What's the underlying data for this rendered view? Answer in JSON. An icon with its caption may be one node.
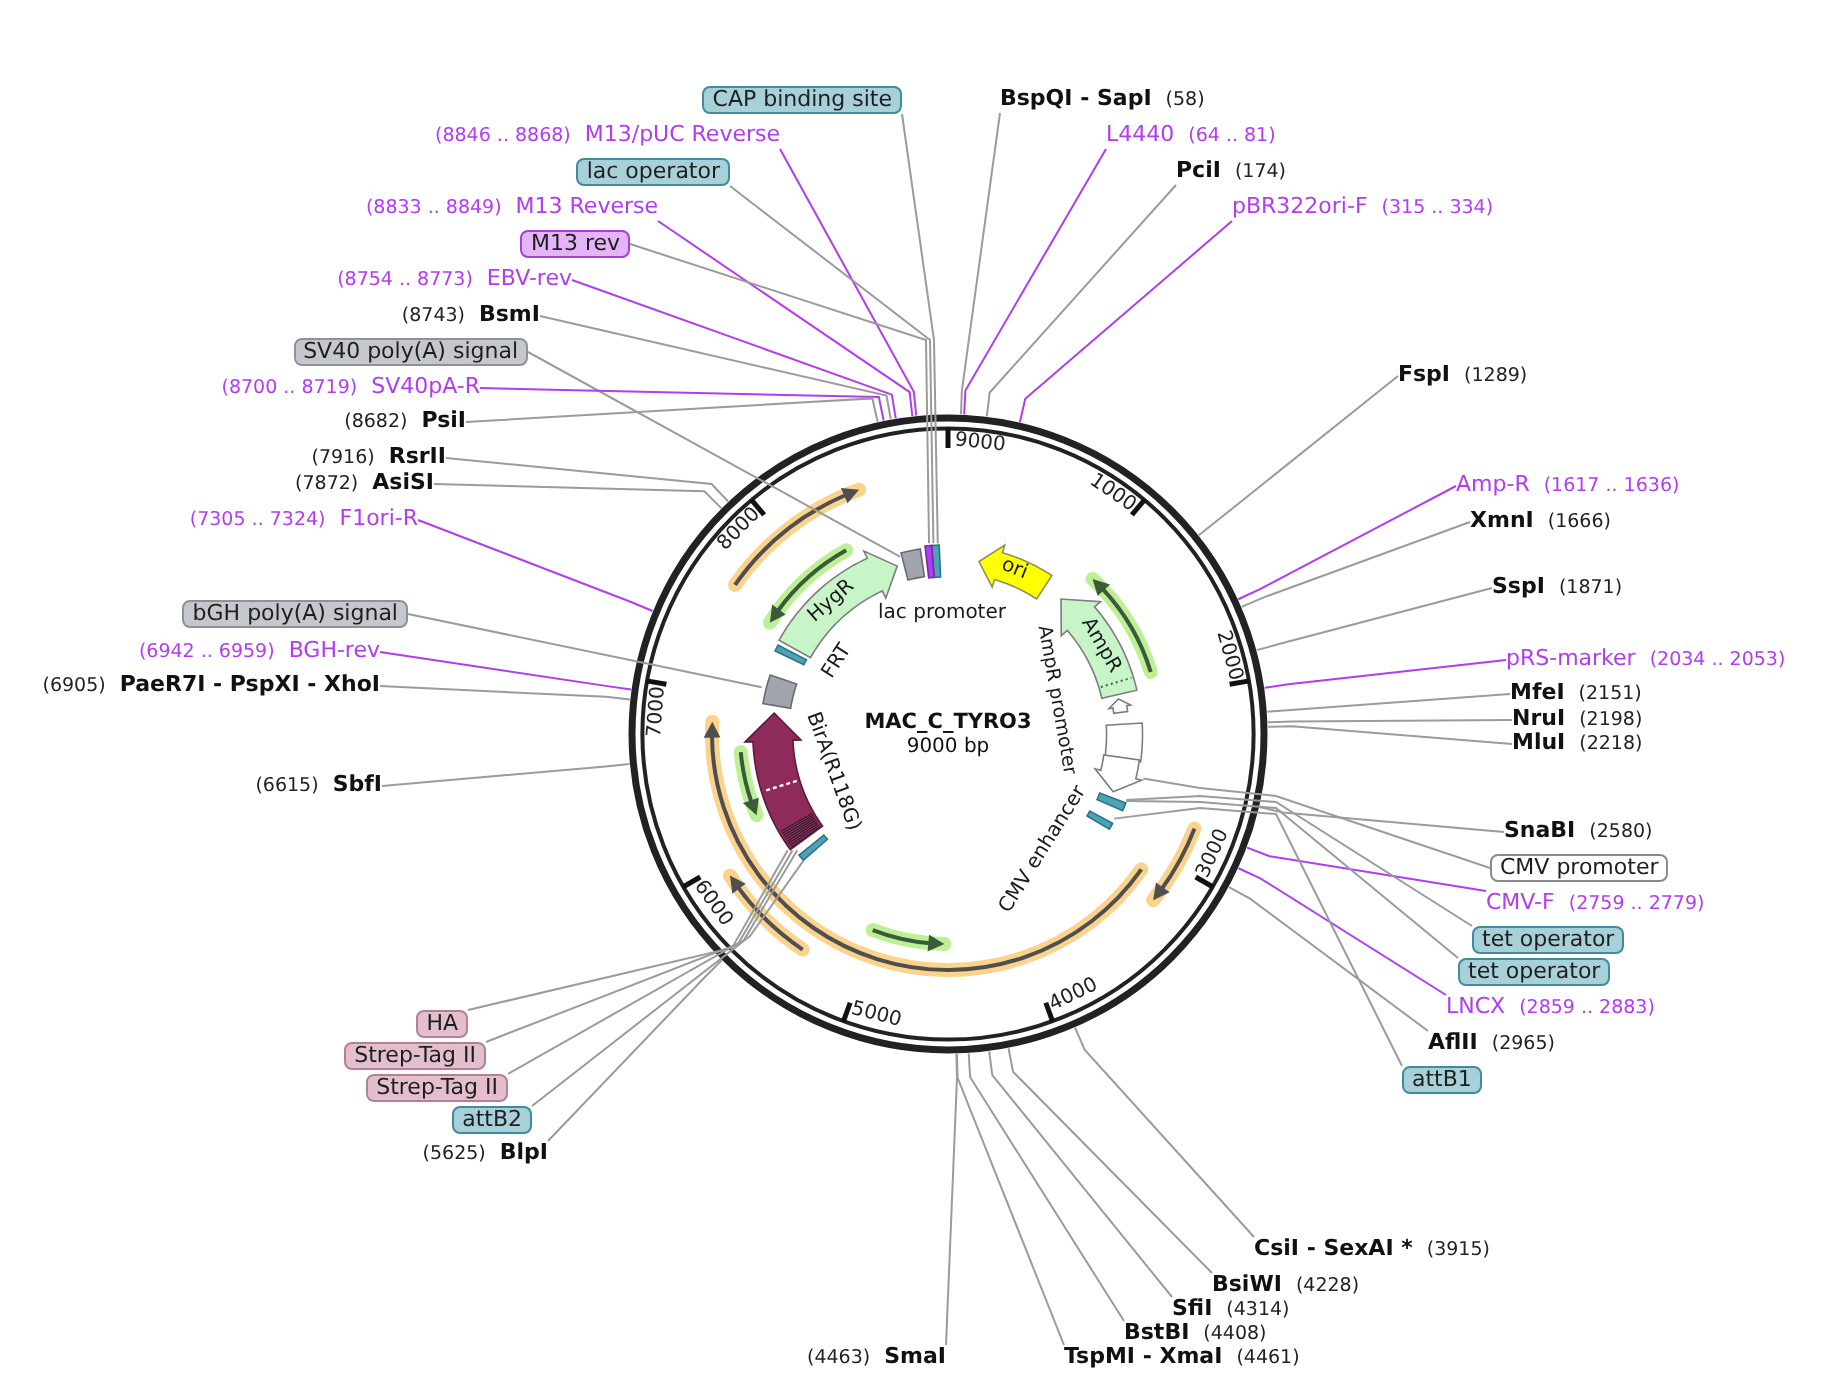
{
  "diagram": {
    "nodes": [
      {
        "text": [
          "MAC_C_TYRO3",
          "9000 bp"
        ]
      },
      {
        "text": [],
        "shape": "box",
        "in": 0
      },
      {
        "text": [],
        "shape": "bar",
        "in": 0
      },
      {
        "text": [
          "ori"
        ],
        "in": 0
      },
      {
        "text": [
          "AmpR"
        ],
        "in": 0
      },
      {
        "text": [],
        "shape": "arrow",
        "in": 0
      },
      {
        "text": [],
        "shape": "box",
        "in": 0
      },
      {
        "text": [],
        "shape": "arrow",
        "in": 0
      },
      {
        "text": [],
        "shape": "bar",
        "in": 0
      },
      {
        "text": [],
        "shape": "bar",
        "in": 0
      },
      {
        "text": [],
        "shape": "bar",
        "in": 0
      },
      {
        "text": [],
        "shape": "arrow",
        "in": 0,
        "beside": [
          "BirA(R118G)"
        ]
      },
      {
        "text": [],
        "shape": "box",
        "in": 0
      },
      {
        "text": [],
        "shape": "bar",
        "in": 0
      },
      {
        "text": [
          "HygR"
        ],
        "in": 0
      },
      {
        "text": [
          "CAP binding site"
        ]
      },
      {
        "text": [
          "(8846 .. 8868)",
          "M13/pUC Reverse"
        ]
      },
      {
        "text": [
          "lac operator"
        ]
      },
      {
        "text": [
          "(8833 .. 8849)",
          "M13 Reverse"
        ]
      },
      {
        "text": [
          "M13 rev"
        ]
      },
      {
        "text": [
          "(8754 .. 8773)",
          "EBV-rev"
        ]
      },
      {
        "text": [
          "(8743)",
          "BsmI"
        ]
      },
      {
        "text": [
          "SV40 poly(A) signal"
        ]
      },
      {
        "text": [
          "(8700 .. 8719)",
          "SV40pA-R"
        ]
      },
      {
        "text": [
          "(8682)",
          "PsiI"
        ]
      },
      {
        "text": [
          "(7916)",
          "RsrII"
        ]
      },
      {
        "text": [
          "(7872)",
          "AsiSI"
        ]
      },
      {
        "text": [
          "(7305 .. 7324)",
          "F1ori-R"
        ]
      },
      {
        "text": [
          "bGH poly(A) signal"
        ]
      },
      {
        "text": [
          "(6942 .. 6959)",
          "BGH-rev"
        ]
      },
      {
        "text": [
          "(6905)",
          "PaeR7I - PspXI - XhoI"
        ]
      },
      {
        "text": [
          "(6615)",
          "SbfI"
        ]
      },
      {
        "text": [
          "HA"
        ]
      },
      {
        "text": [
          "Strep-Tag II"
        ]
      },
      {
        "text": [
          "Strep-Tag II"
        ]
      },
      {
        "text": [
          "attB2"
        ]
      },
      {
        "text": [
          "(5625)",
          "BlpI"
        ]
      },
      {
        "text": [
          "BspQI - SapI",
          "(58)"
        ]
      },
      {
        "text": [
          "L4440",
          "(64 .. 81)"
        ]
      },
      {
        "text": [
          "PciI",
          "(174)"
        ]
      },
      {
        "text": [
          "pBR322ori-F",
          "(315 .. 334)"
        ]
      },
      {
        "text": [
          "FspI",
          "(1289)"
        ]
      },
      {
        "text": [
          "Amp-R",
          "(1617 .. 1636)"
        ]
      },
      {
        "text": [
          "XmnI",
          "(1666)"
        ]
      },
      {
        "text": [
          "SspI",
          "(1871)"
        ]
      },
      {
        "text": [
          "pRS-marker",
          "(2034 .. 2053)"
        ]
      },
      {
        "text": [
          "MfeI",
          "(2151)"
        ]
      },
      {
        "text": [
          "NruI",
          "(2198)"
        ]
      },
      {
        "text": [
          "MluI",
          "(2218)"
        ]
      },
      {
        "text": [
          "SnaBI",
          "(2580)"
        ]
      },
      {
        "text": [
          "CMV promoter"
        ]
      },
      {
        "text": [
          "CMV-F",
          "(2759 .. 2779)"
        ]
      },
      {
        "text": [
          "tet operator"
        ]
      },
      {
        "text": [
          "tet operator"
        ]
      },
      {
        "text": [
          "LNCX",
          "(2859 .. 2883)"
        ]
      },
      {
        "text": [
          "AflII",
          "(2965)"
        ]
      },
      {
        "text": [
          "attB1"
        ]
      },
      {
        "text": [
          "CsiI - SexAI *",
          "(3915)"
        ]
      },
      {
        "text": [
          "BsiWI",
          "(4228)"
        ]
      },
      {
        "text": [
          "SfiI",
          "(4314)"
        ]
      },
      {
        "text": [
          "BstBI",
          "(4408)"
        ]
      },
      {
        "text": [
          "TspMI - XmaI",
          "(4461)"
        ]
      },
      {
        "text": [
          "(4463)",
          "SmaI"
        ]
      }
    ],
    "edges": [
      {
        "from": 15,
        "to": 2,
        "arrow": "none"
      },
      {
        "from": 16,
        "to": 0,
        "arrow": "none",
        "color": "#b13cf0"
      },
      {
        "from": 17,
        "to": 2,
        "arrow": "none"
      },
      {
        "from": 18,
        "to": 0,
        "arrow": "none",
        "color": "#b13cf0"
      },
      {
        "from": 19,
        "to": 2,
        "arrow": "none"
      },
      {
        "from": 20,
        "to": 0,
        "arrow": "none",
        "color": "#b13cf0"
      },
      {
        "from": 21,
        "to": 0,
        "arrow": "none"
      },
      {
        "from": 22,
        "to": 1,
        "arrow": "none"
      },
      {
        "from": 23,
        "to": 0,
        "arrow": "none",
        "color": "#b13cf0"
      },
      {
        "from": 24,
        "to": 0,
        "arrow": "none"
      },
      {
        "from": 25,
        "to": 0,
        "arrow": "none"
      },
      {
        "from": 26,
        "to": 0,
        "arrow": "none"
      },
      {
        "from": 27,
        "to": 0,
        "arrow": "none",
        "color": "#b13cf0"
      },
      {
        "from": 28,
        "to": 12,
        "arrow": "none"
      },
      {
        "from": 29,
        "to": 0,
        "arrow": "none",
        "color": "#b13cf0"
      },
      {
        "from": 30,
        "to": 0,
        "arrow": "none"
      },
      {
        "from": 31,
        "to": 0,
        "arrow": "none"
      },
      {
        "from": 32,
        "to": 11,
        "arrow": "none"
      },
      {
        "from": 33,
        "to": 11,
        "arrow": "none"
      },
      {
        "from": 34,
        "to": 11,
        "arrow": "none"
      },
      {
        "from": 35,
        "to": 10,
        "arrow": "none"
      },
      {
        "from": 36,
        "to": 0,
        "arrow": "none"
      },
      {
        "from": 37,
        "to": 0,
        "arrow": "none"
      },
      {
        "from": 38,
        "to": 0,
        "arrow": "none",
        "color": "#b13cf0"
      },
      {
        "from": 39,
        "to": 0,
        "arrow": "none"
      },
      {
        "from": 40,
        "to": 0,
        "arrow": "none",
        "color": "#b13cf0"
      },
      {
        "from": 41,
        "to": 0,
        "arrow": "none"
      },
      {
        "from": 42,
        "to": 0,
        "arrow": "none",
        "color": "#b13cf0"
      },
      {
        "from": 43,
        "to": 0,
        "arrow": "none"
      },
      {
        "from": 44,
        "to": 0,
        "arrow": "none"
      },
      {
        "from": 45,
        "to": 0,
        "arrow": "none",
        "color": "#b13cf0"
      },
      {
        "from": 46,
        "to": 0,
        "arrow": "none"
      },
      {
        "from": 47,
        "to": 0,
        "arrow": "none"
      },
      {
        "from": 48,
        "to": 0,
        "arrow": "none"
      },
      {
        "from": 49,
        "to": 0,
        "arrow": "none"
      },
      {
        "from": 50,
        "to": 7,
        "arrow": "none"
      },
      {
        "from": 51,
        "to": 0,
        "arrow": "none",
        "color": "#b13cf0"
      },
      {
        "from": 52,
        "to": 8,
        "arrow": "none"
      },
      {
        "from": 53,
        "to": 8,
        "arrow": "none"
      },
      {
        "from": 54,
        "to": 0,
        "arrow": "none",
        "color": "#b13cf0"
      },
      {
        "from": 55,
        "to": 0,
        "arrow": "none"
      },
      {
        "from": 56,
        "to": 9,
        "arrow": "none"
      },
      {
        "from": 57,
        "to": 0,
        "arrow": "none"
      },
      {
        "from": 58,
        "to": 0,
        "arrow": "none"
      },
      {
        "from": 59,
        "to": 0,
        "arrow": "none"
      },
      {
        "from": 60,
        "to": 0,
        "arrow": "none"
      },
      {
        "from": 61,
        "to": 0,
        "arrow": "none"
      },
      {
        "from": 62,
        "to": 0,
        "arrow": "none"
      }
    ],
    "labels": [
      "9000",
      "1000",
      "2000",
      "3000",
      "4000",
      "5000",
      "6000",
      "7000",
      "8000",
      "lac promoter",
      "FRT",
      "AmpR promoter",
      "CMV enhancer"
    ]
  }
}
